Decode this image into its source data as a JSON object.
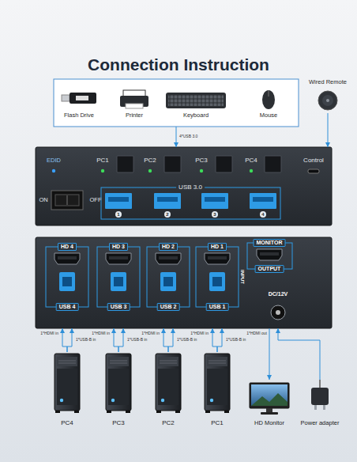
{
  "diagram": {
    "title": "Connection Instruction",
    "nodes": [
      {
        "text": [
          "Flash Drive",
          "Printer",
          "Keyboard",
          "Mouse"
        ]
      },
      {
        "text": [
          "Wired Remote"
        ]
      },
      {
        "text": [
          "EDID",
          "PC1",
          "PC2",
          "PC3",
          "PC4",
          "Control",
          "ON",
          "OFF",
          "USB 3.0",
          "1",
          "2",
          "3",
          "4"
        ]
      },
      {
        "text": [
          "HD 4",
          "HD 3",
          "HD 2",
          "HD 1",
          "USB 4",
          "USB 3",
          "USB 2",
          "USB 1",
          "MONITOR",
          "OUTPUT",
          "INPUT",
          "DC/12V"
        ]
      },
      {
        "text": [
          "PC4"
        ]
      },
      {
        "text": [
          "PC3"
        ]
      },
      {
        "text": [
          "PC2"
        ]
      },
      {
        "text": [
          "PC1"
        ]
      },
      {
        "text": [
          "HD Monitor"
        ]
      },
      {
        "text": [
          "Power adapter"
        ]
      }
    ],
    "edges": [
      {
        "from": 0,
        "to": 2,
        "label": "4*USB 3.0",
        "arrow": "to"
      },
      {
        "from": 1,
        "to": 2,
        "arrow": "to"
      },
      {
        "from": 4,
        "to": 3,
        "label": "1*HDMI in",
        "arrow": "to"
      },
      {
        "from": 4,
        "to": 3,
        "label": "1*USB-B in",
        "arrow": "to"
      },
      {
        "from": 5,
        "to": 3,
        "label": "1*HDMI in",
        "arrow": "to"
      },
      {
        "from": 5,
        "to": 3,
        "label": "1*USB-B in",
        "arrow": "to"
      },
      {
        "from": 6,
        "to": 3,
        "label": "1*HDMI in",
        "arrow": "to"
      },
      {
        "from": 6,
        "to": 3,
        "label": "1*USB-B in",
        "arrow": "to"
      },
      {
        "from": 7,
        "to": 3,
        "label": "1*HDMI in",
        "arrow": "to"
      },
      {
        "from": 7,
        "to": 3,
        "label": "1*USB-B in",
        "arrow": "to"
      },
      {
        "from": 3,
        "to": 8,
        "label": "1*HDMI out",
        "arrow": "to"
      },
      {
        "from": 9,
        "to": 3,
        "arrow": "to"
      }
    ]
  }
}
